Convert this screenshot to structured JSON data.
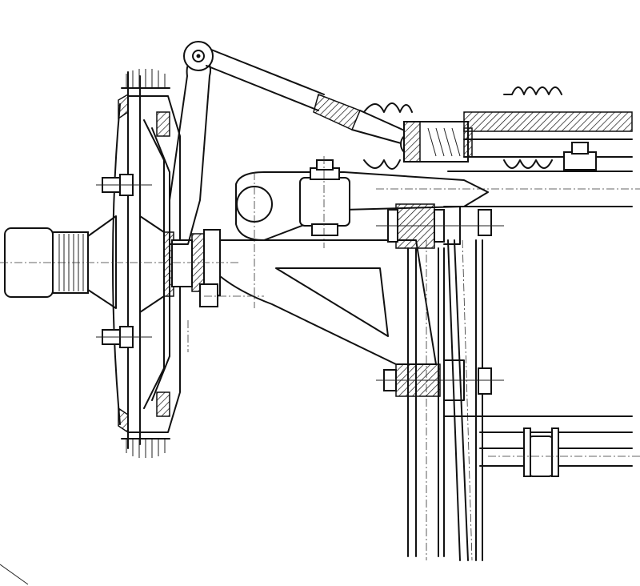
{
  "drawing": {
    "ink_color": "#111111",
    "paper_color": "#ffffff",
    "components": [
      "output-shaft",
      "clutch-pulley",
      "fan-hub",
      "bellcrank-lever",
      "control-rod",
      "return-spring-housing",
      "rubber-bellows",
      "frame-tube-upper",
      "swing-arm",
      "pivot-bracket",
      "vertical-frame-tubes",
      "lower-mount"
    ]
  }
}
